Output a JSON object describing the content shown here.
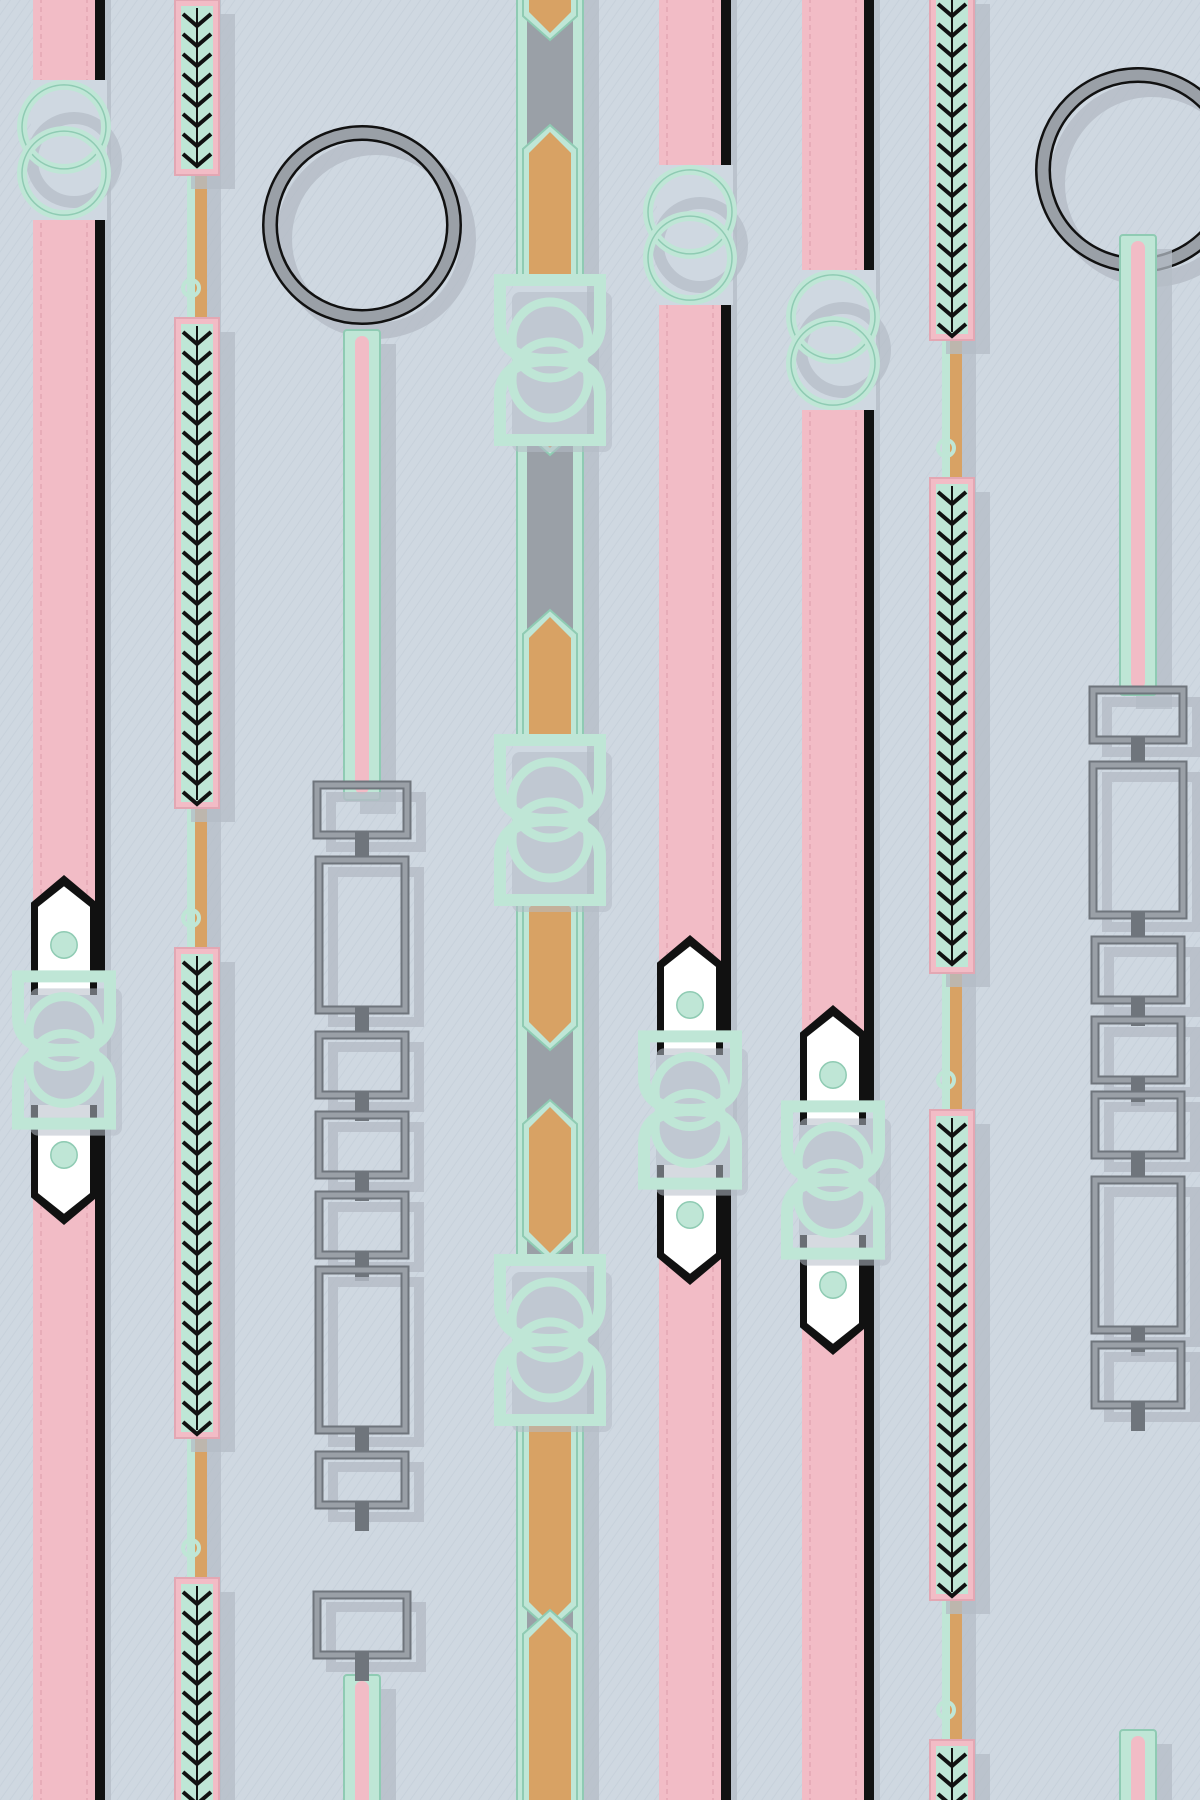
{
  "artwork": {
    "description_text": "",
    "palette": {
      "background": "#cfd8e1",
      "background_stripe": "#c2ccd6",
      "pink": "#f2bcc6",
      "pink_dark": "#e3a7b3",
      "mint": "#bfe6d6",
      "mint_dark": "#8fcbb3",
      "tan": "#d8a264",
      "grey": "#9aa0a7",
      "grey_dark": "#6f757c",
      "black": "#111111",
      "white": "#ffffff",
      "shadow": "#b4bcc6"
    },
    "strips": [
      {
        "name": "pink-belt-1",
        "kind": "pink-belt",
        "ring": "double-loop",
        "tip_kind": "white-tip"
      },
      {
        "name": "chevron-strap-1",
        "kind": "chevron-strap"
      },
      {
        "name": "chain-strap-1",
        "kind": "chain-strap",
        "ring": "big-ring"
      },
      {
        "name": "tan-belt",
        "kind": "tan-belt"
      },
      {
        "name": "pink-belt-2",
        "kind": "pink-belt",
        "ring": "double-loop",
        "tip_kind": "white-tip"
      },
      {
        "name": "pink-belt-3",
        "kind": "pink-belt",
        "ring": "double-loop",
        "tip_kind": "white-tip"
      },
      {
        "name": "chevron-strap-2",
        "kind": "chevron-strap"
      },
      {
        "name": "chain-strap-2",
        "kind": "chain-strap",
        "ring": "big-ring"
      }
    ]
  }
}
